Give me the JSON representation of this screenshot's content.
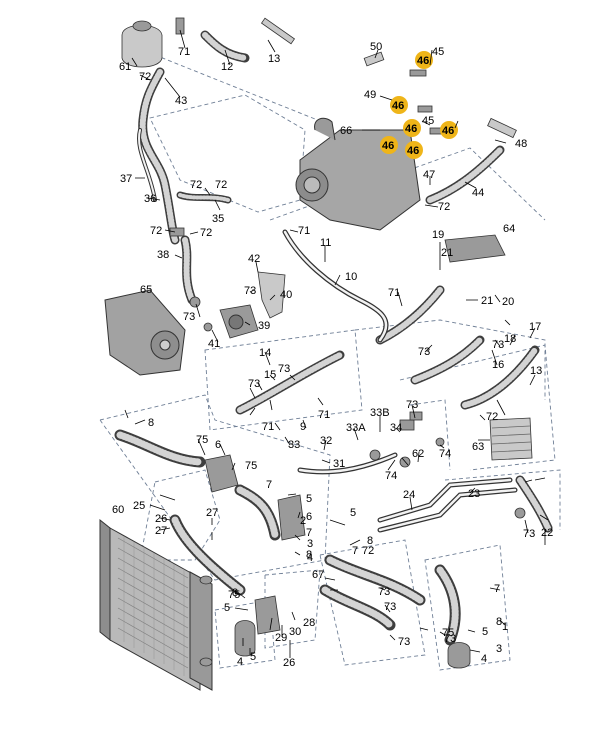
{
  "colors": {
    "highlight": "#efb519",
    "dashed_group": "#6f7f96",
    "hose": "#3e3e3e"
  },
  "part_labels": [
    "1",
    "2",
    "3",
    "3",
    "4",
    "4",
    "4",
    "5",
    "5",
    "5",
    "5",
    "5",
    "6",
    "6",
    "7",
    "7",
    "7",
    "7",
    "8",
    "8",
    "8",
    "8",
    "8",
    "9",
    "10",
    "11",
    "12",
    "13",
    "13",
    "14",
    "15",
    "16",
    "17",
    "18",
    "19",
    "20",
    "21",
    "21",
    "22",
    "23",
    "24",
    "25",
    "26",
    "26",
    "27",
    "27",
    "28",
    "29",
    "30",
    "31",
    "32",
    "33",
    "33A",
    "33B",
    "34",
    "35",
    "36",
    "37",
    "38",
    "39",
    "40",
    "41",
    "42",
    "43",
    "44",
    "45",
    "45",
    "46",
    "46",
    "46",
    "46",
    "46",
    "46",
    "47",
    "48",
    "49",
    "50",
    "60",
    "61",
    "62",
    "63",
    "64",
    "65",
    "66",
    "67",
    "71",
    "71",
    "71",
    "71",
    "71",
    "72",
    "72",
    "72",
    "72",
    "72",
    "72",
    "72",
    "72",
    "73",
    "73",
    "73",
    "73",
    "73",
    "73",
    "73",
    "73",
    "73",
    "73",
    "73",
    "73",
    "74",
    "74",
    "75",
    "75",
    "75",
    "75"
  ]
}
